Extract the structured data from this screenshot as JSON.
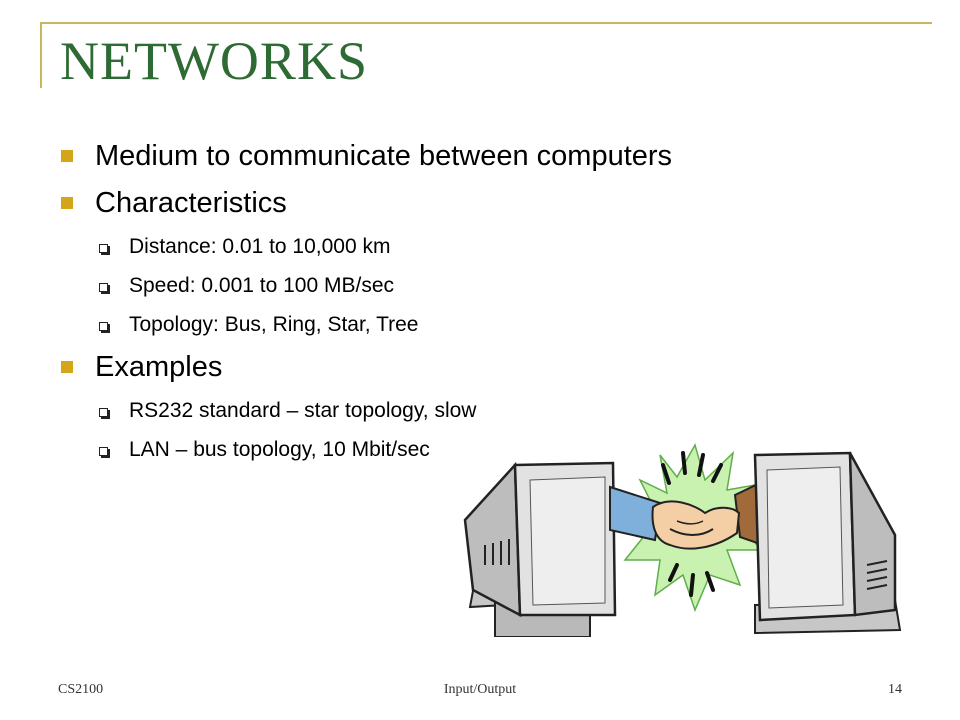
{
  "slide": {
    "title": "NETWORKS",
    "bullets": [
      {
        "level": 1,
        "text": "Medium to communicate between computers"
      },
      {
        "level": 1,
        "text": "Characteristics"
      },
      {
        "level": 2,
        "text": "Distance: 0.01 to 10,000 km"
      },
      {
        "level": 2,
        "text": "Speed: 0.001 to 100 MB/sec"
      },
      {
        "level": 2,
        "text": "Topology: Bus, Ring, Star, Tree"
      },
      {
        "level": 1,
        "text": "Examples"
      },
      {
        "level": 2,
        "text": "RS232 standard – star topology, slow"
      },
      {
        "level": 2,
        "text": "LAN – bus topology, 10 Mbit/sec"
      }
    ],
    "illustration": "computers-handshake-clipart",
    "footer": {
      "left": "CS2100",
      "center": "Input/Output",
      "right": "14"
    }
  },
  "colors": {
    "title": "#2e6b34",
    "frame": "#c8b560",
    "bullet_level1": "#d6a419"
  }
}
